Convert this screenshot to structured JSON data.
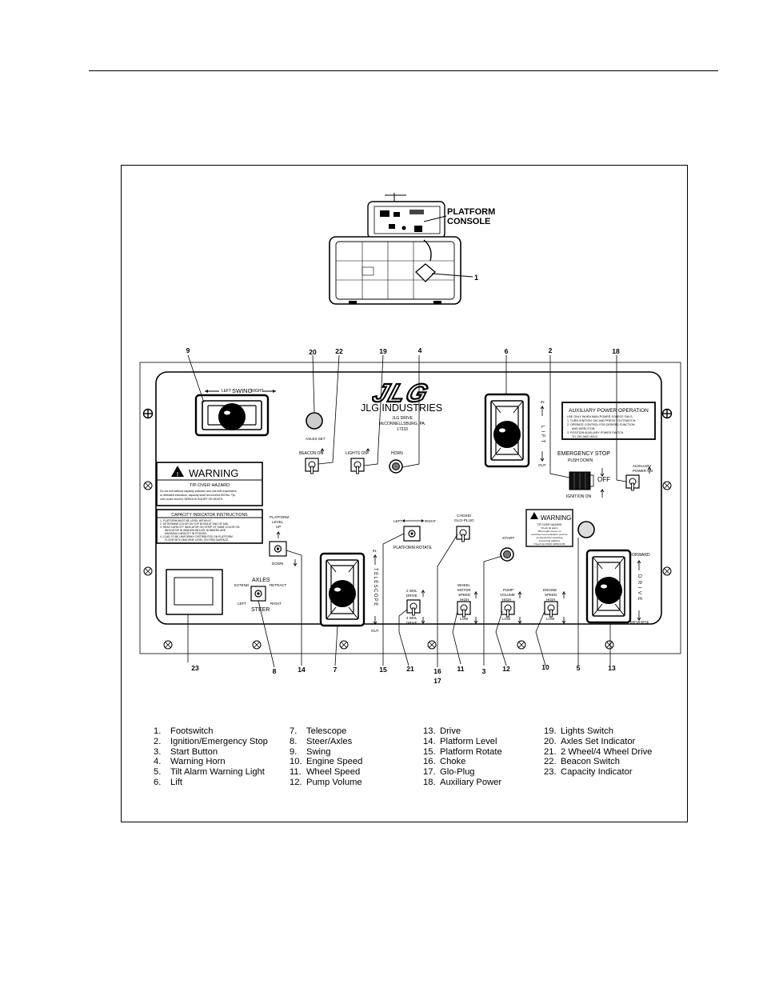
{
  "platform_console_label": [
    "PLATFORM",
    "CONSOLE"
  ],
  "brand": {
    "logo_text": "JLG",
    "company": "JLG INDUSTRIES",
    "address_1": "JLG DRIVE",
    "address_2": "McCONNELLSBURG, PA.",
    "address_3": "17233"
  },
  "callouts": {
    "c1": "1",
    "c2": "2",
    "c3": "3",
    "c4": "4",
    "c5": "5",
    "c6": "6",
    "c7": "7",
    "c8": "8",
    "c9": "9",
    "c10": "10",
    "c11": "11",
    "c12": "12",
    "c13": "13",
    "c14": "14",
    "c15": "15",
    "c16": "16",
    "c17": "17",
    "c18": "18",
    "c19": "19",
    "c20": "20",
    "c21": "21",
    "c22": "22",
    "c23": "23"
  },
  "panel_labels": {
    "swing": "SWING",
    "swing_left": "LEFT",
    "swing_right": "RIGHT",
    "axles_set": "AXLES SET",
    "beacon_on": "BEACON ON",
    "lights_on": "LIGHTS ON",
    "horn": "HORN",
    "lift_in": "IN",
    "lift_word": "LIFT",
    "lift_out": "OUT",
    "emergency_stop": "EMERGENCY STOP",
    "push_down": "PUSH DOWN",
    "off": "OFF",
    "ignition_on": "IGNITION ON",
    "aux_title": "AUXILIARY POWER OPERATION",
    "aux_text_1": "USE ONLY WHEN MAIN POWER SOURCE FAILS.",
    "aux_text_2": "1. TURN IGNITION 'ON' AND PRESS FOOTSWITCH.",
    "aux_text_3": "2. OPERATE CONTROL FOR DESIRED FUNCTION",
    "aux_text_4": "AND DIRECTION.",
    "aux_text_5": "3. POSITION AUXILIARY POWER SWITCH",
    "aux_text_6": "TO 'ON' AND HOLD.",
    "aux_power_on_1": "AUXILIARY",
    "aux_power_on_2": "POWER ON",
    "warning": "WARNING",
    "tip_over_hazard": "TIP-OVER HAZARD",
    "tip_text_1": "Do not unit without capacity indicator and unit with inoperative",
    "tip_text_2": "or defeated indicators, capacity shall not exceed 500 lbs. Tip-",
    "tip_text_3": "over could result in SERIOUS INJURY OR DEATH.",
    "cap_title": "CAPACITY INDICATOR INSTRUCTIONS",
    "cap_text_1": "1. PLATFORM MUST BE LEVEL WITHIN 5°.",
    "cap_text_2": "2. DETERMINE COLOR ON TOP BOOM AT END OF MID.",
    "cap_text_3": "3. READ CAPACITY INDICATOR ON STRIP OF SAME COLOR ON",
    "cap_text_4": "INDICATOR IN WINDOW BELOW. NUMBERS ARE",
    "cap_text_5": "MAXIMUM CAPACITY IN POUNDS.",
    "cap_text_6": "4. LOAD TO BE UNIFORMLY DISTRIBUTED ON PLATFORM",
    "cap_text_7": "FLOOR WITH MACHINE LEVEL ON FIRM SURFACE.",
    "platform_level_1": "PLATFORM",
    "platform_level_2": "LEVEL",
    "platform_level_up": "UP",
    "platform_level_down": "DOWN",
    "rotate_left": "LEFT",
    "rotate_right": "RIGHT",
    "platform_rotate": "PLATFORM ROTATE",
    "choke_1": "CHOKE/",
    "choke_2": "GLO-PLUG",
    "start": "START",
    "warning_small": "WARNING",
    "warning_small_text_1": "TIP-OVER HAZARD",
    "warning_small_text_2": "Check tilt alarm",
    "warning_small_text_3": "When light comes on",
    "warning_small_text_4": "and blue zone indicators must be",
    "warning_small_text_5": "as directed by retracting",
    "warning_small_text_6": "& lowering platform",
    "warning_small_text_7": "Check GLONZO GPAOLOM",
    "axles": "AXLES",
    "extend": "EXTEND",
    "retract": "RETRACT",
    "steer": "STEER",
    "steer_left": "LEFT",
    "steer_right": "RIGHT",
    "tele_in": "IN",
    "tele_word": "TELESCOPE",
    "tele_out": "OUT",
    "two_wd_1": "2 WHL",
    "two_wd_2": "DRIVE",
    "four_wd_1": "4 WHL",
    "four_wd_2": "DRIVE",
    "wheel_1": "WHEEL",
    "wheel_2": "MOTOR",
    "wheel_3": "SPEED",
    "wheel_high": "HIGH",
    "wheel_low": "LOW",
    "pump_1": "PUMP",
    "pump_2": "VOLUME",
    "pump_high": "HIGH",
    "pump_low": "LOW",
    "engine_1": "ENGINE",
    "engine_2": "SPEED",
    "engine_high": "HIGH",
    "engine_low": "LOW",
    "forward": "FORWARD",
    "drive_word": "DRIVE",
    "reverse": "REVERSE"
  },
  "legend": [
    [
      {
        "num": "1.",
        "label": "Footswitch"
      },
      {
        "num": "2.",
        "label": "Ignition/Emergency Stop"
      },
      {
        "num": "3.",
        "label": "Start Button"
      },
      {
        "num": "4.",
        "label": "Warning Horn"
      },
      {
        "num": "5.",
        "label": "Tilt Alarm Warning Light"
      },
      {
        "num": "6.",
        "label": "Lift"
      }
    ],
    [
      {
        "num": "7.",
        "label": "Telescope"
      },
      {
        "num": "8.",
        "label": "Steer/Axles"
      },
      {
        "num": "9.",
        "label": "Swing"
      },
      {
        "num": "10.",
        "label": "Engine Speed"
      },
      {
        "num": "11.",
        "label": "Wheel Speed"
      },
      {
        "num": "12.",
        "label": "Pump Volume"
      }
    ],
    [
      {
        "num": "13.",
        "label": "Drive"
      },
      {
        "num": "14.",
        "label": "Platform Level"
      },
      {
        "num": "15.",
        "label": "Platform Rotate"
      },
      {
        "num": "16.",
        "label": "Choke"
      },
      {
        "num": "17.",
        "label": "Glo-Plug"
      },
      {
        "num": "18.",
        "label": "Auxiliary Power"
      }
    ],
    [
      {
        "num": "19.",
        "label": "Lights Switch"
      },
      {
        "num": "20.",
        "label": "Axles Set Indicator"
      },
      {
        "num": "21.",
        "label": "2 Wheel/4 Wheel Drive"
      },
      {
        "num": "22.",
        "label": "Beacon Switch"
      },
      {
        "num": "23.",
        "label": "Capacity Indicator"
      }
    ]
  ]
}
